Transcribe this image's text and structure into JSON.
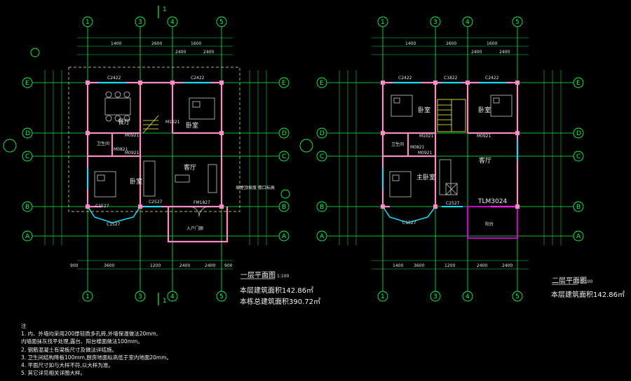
{
  "axes": {
    "left_cols": [
      "1",
      "3",
      "4",
      "5"
    ],
    "right_cols": [
      "1",
      "3",
      "4",
      "5"
    ],
    "rows": [
      "E",
      "D",
      "C",
      "B",
      "A"
    ]
  },
  "top_marker": "1",
  "bottom_marker": "1",
  "plan1": {
    "title": "一层平面图",
    "scale": "1:100",
    "area_label": "本层建筑面积142.86㎡",
    "total_area_label": "本栋总建筑面积390.72㎡",
    "rooms": [
      "餐厅",
      "卧室",
      "卧室",
      "客厅",
      "卫生间",
      "入户门廊"
    ],
    "window_tags": [
      "C2422",
      "C2422",
      "C1527",
      "C1527",
      "C2527"
    ],
    "door_tags": [
      "M0921",
      "M0821",
      "M1021",
      "M0921",
      "FM1827"
    ],
    "side_note": "坡屋顶坡度 檐口标高",
    "dims_top": [
      "1400",
      "2600",
      "1600",
      "2400",
      "2400"
    ],
    "dims_bottom": [
      "900",
      "3600",
      "1200",
      "2400",
      "2400",
      "900"
    ]
  },
  "plan2": {
    "title": "二层平面图",
    "scale": "1:100",
    "area_label": "本层建筑面积142.86㎡",
    "rooms": [
      "卧室",
      "卧室",
      "主卧室",
      "客厅",
      "卫生间",
      "阳台"
    ],
    "window_tags": [
      "C2422",
      "C1822",
      "C2422",
      "C2527",
      "C1527"
    ],
    "door_tags": [
      "M0921",
      "M0821",
      "M1021",
      "M0921"
    ],
    "tlm_tag": "TLM3024",
    "dims_top": [
      "1400",
      "2600",
      "1600",
      "2400",
      "2400"
    ],
    "dims_bottom": [
      "1400",
      "3600",
      "1200",
      "2400",
      "2400"
    ]
  },
  "notes": {
    "heading": "注",
    "lines": [
      "1. 内、外墙均采用200厚轻质多孔砖,外墙保温做法20mm,",
      "   内墙面抹灰找平处理,露台、阳台楼面做法100mm。",
      "2. 钢筋混凝土有梁板尺寸及做法详结施。",
      "3. 卫生间结构降板100mm,厨房地面标高低于室内地面20mm。",
      "4. 平面尺寸如与大样不符,以大样为准。",
      "5. 其它详见相关详图大样。"
    ]
  },
  "colors": {
    "axis": "#00ff44",
    "wall": "#ff8cc6",
    "window": "#00e5ff",
    "text": "#f0f0f0",
    "dim": "#00dd44",
    "furniture": "#c8c8c8",
    "yellow": "#ffff33",
    "balcony": "#ff00ff"
  }
}
